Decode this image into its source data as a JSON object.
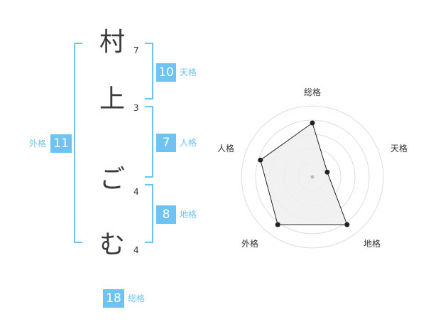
{
  "name": {
    "chars": [
      {
        "char": "村",
        "strokes": "7"
      },
      {
        "char": "上",
        "strokes": "3"
      },
      {
        "char": "ご",
        "strokes": "4"
      },
      {
        "char": "む",
        "strokes": "4"
      }
    ]
  },
  "kaku": {
    "tenkaku": {
      "value": "10",
      "label": "天格"
    },
    "jinkaku": {
      "value": "7",
      "label": "人格"
    },
    "chikaku": {
      "value": "8",
      "label": "地格"
    },
    "gaikaku": {
      "value": "11",
      "label": "外格"
    },
    "soukaku": {
      "value": "18",
      "label": "総格"
    }
  },
  "colors": {
    "accent": "#6fc3f2",
    "text": "#333333"
  },
  "chart_data": {
    "type": "radar",
    "axes": [
      "総格",
      "天格",
      "地格",
      "外格",
      "人格"
    ],
    "values": [
      0.76,
      0.22,
      0.83,
      0.83,
      0.77
    ],
    "scale": [
      0,
      1
    ],
    "rings": 5
  }
}
